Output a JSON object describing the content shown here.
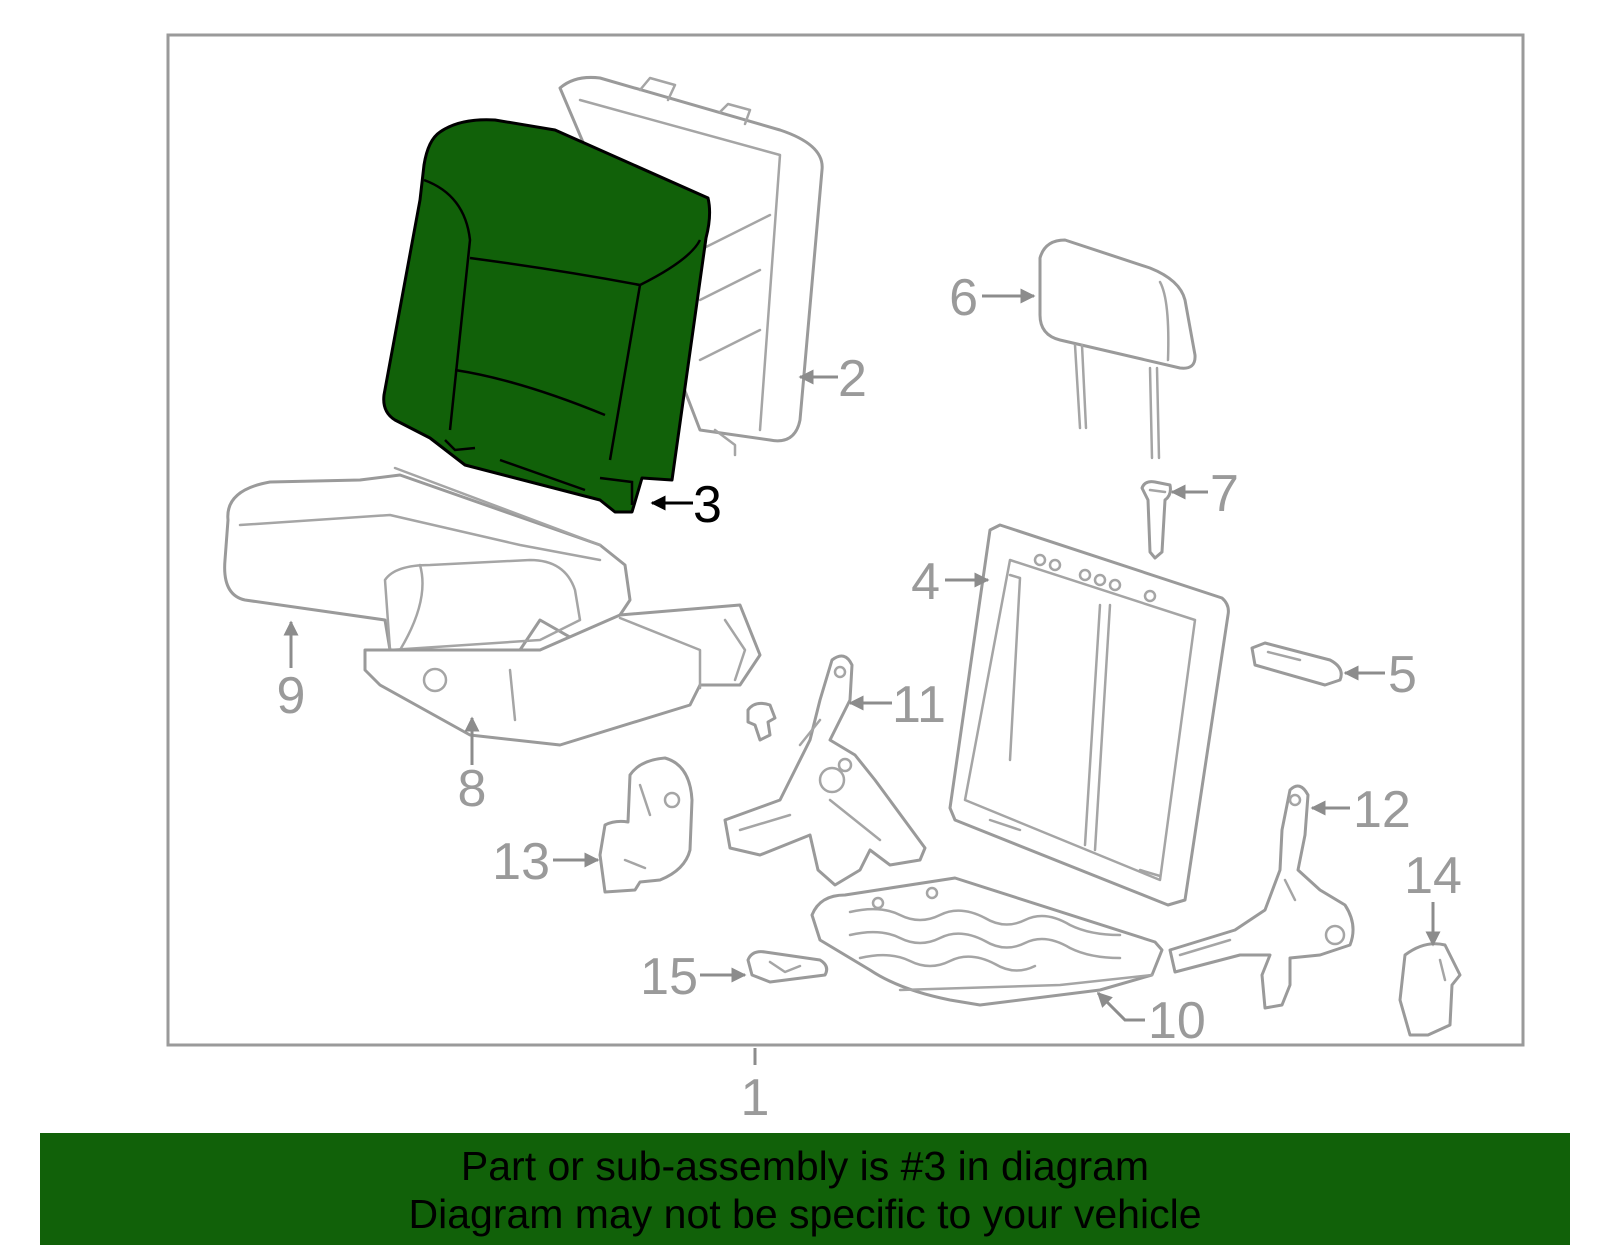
{
  "diagram": {
    "highlighted_part": "3",
    "highlight_color": "#116109",
    "outline_color": "#9a9a9a",
    "labels": {
      "p1": "1",
      "p2": "2",
      "p3": "3",
      "p4": "4",
      "p5": "5",
      "p6": "6",
      "p7": "7",
      "p8": "8",
      "p9": "9",
      "p10": "10",
      "p11": "11",
      "p12": "12",
      "p13": "13",
      "p14": "14",
      "p15": "15"
    }
  },
  "banner": {
    "line1": "Part or sub-assembly is #3 in diagram",
    "line2": "Diagram may not be specific to your vehicle",
    "background": "#116109"
  }
}
